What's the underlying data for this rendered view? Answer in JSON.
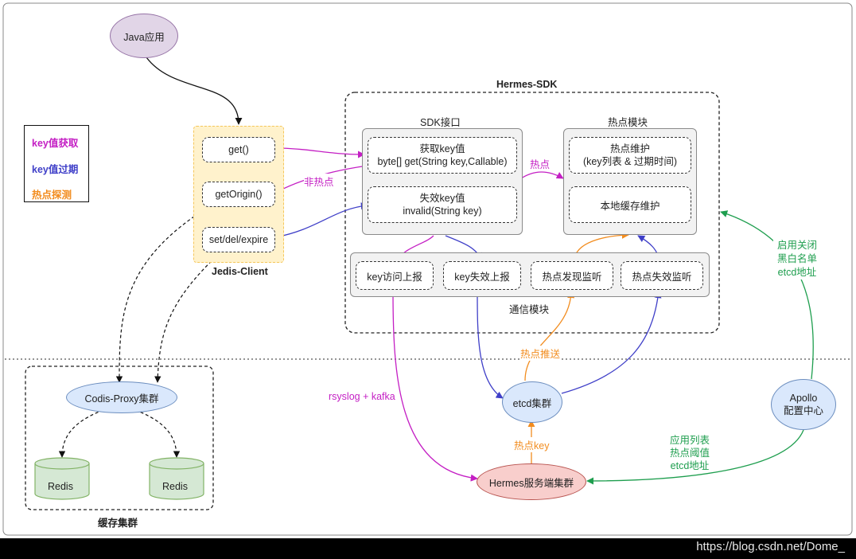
{
  "nodes": {
    "java_app": "Java应用",
    "jedis_get": "get()",
    "jedis_getorigin": "getOrigin()",
    "jedis_setdel": "set/del/expire",
    "jedis_client": "Jedis-Client",
    "hermes_sdk": "Hermes-SDK",
    "sdk_interface": "SDK接口",
    "get_key_line1": "获取key值",
    "get_key_line2": "byte[] get(String key,Callable)",
    "invalid_line1": "失效key值",
    "invalid_line2": "invalid(String key)",
    "hot_module": "热点模块",
    "hot_maintain_line1": "热点维护",
    "hot_maintain_line2": "(key列表 & 过期时间)",
    "local_cache": "本地缓存维护",
    "comm_module": "通信模块",
    "key_access_report": "key访问上报",
    "key_invalid_report": "key失效上报",
    "hot_discover_listen": "热点发现监听",
    "hot_invalid_listen": "热点失效监听",
    "codis_proxy": "Codis-Proxy集群",
    "redis1": "Redis",
    "redis2": "Redis",
    "cache_cluster": "缓存集群",
    "etcd_cluster": "etcd集群",
    "hermes_server": "Hermes服务端集群",
    "apollo_line1": "Apollo",
    "apollo_line2": "配置中心"
  },
  "edge_labels": {
    "non_hot": "非热点",
    "hot": "热点",
    "hot_push": "热点推送",
    "hot_key": "热点key",
    "rsyslog": "rsyslog + kafka",
    "apollo_sdk_line1": "启用关闭",
    "apollo_sdk_line2": "黑白名单",
    "apollo_sdk_line3": "etcd地址",
    "apollo_server_line1": "应用列表",
    "apollo_server_line2": "热点阈值",
    "apollo_server_line3": "etcd地址"
  },
  "legend": {
    "key_get": "key值获取",
    "key_expire": "key值过期",
    "hot_detect": "热点探测"
  },
  "colors": {
    "purple": "#c41fc4",
    "blue": "#3f3fc8",
    "orange": "#f28c1e",
    "green": "#1e9e4e",
    "java_fill": "#e1d5e7",
    "jedis_fill": "#fff2cc",
    "jedis_border": "#f5c65a",
    "ellipse_blue": "#dae8fc",
    "ellipse_blue_border": "#6c8ebf",
    "hermes_fill": "#f8cecc",
    "hermes_border": "#b85450",
    "redis_fill": "#d5e8d4",
    "redis_border": "#82b366"
  },
  "watermark": "https://blog.csdn.net/Dome_"
}
